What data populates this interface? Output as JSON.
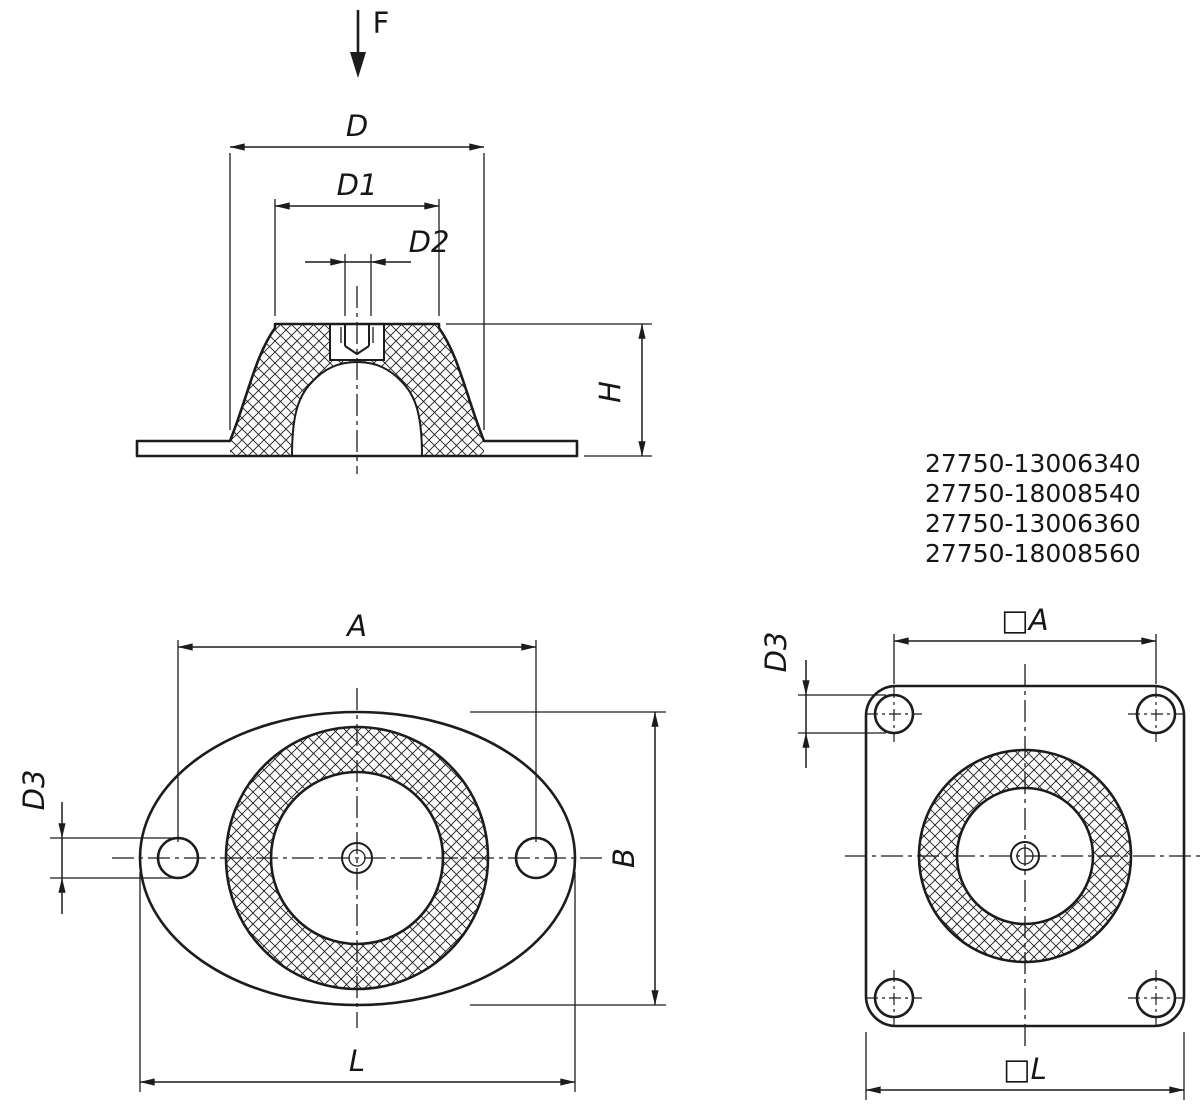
{
  "drawing": {
    "line_color": "#1c1c1c",
    "background_color": "#ffffff",
    "side_view": {
      "force_label": "F",
      "dim_d": "D",
      "dim_d1": "D1",
      "dim_d2": "D2",
      "dim_h": "H"
    },
    "part_numbers": [
      "27750-13006340",
      "27750-18008540",
      "27750-13006360",
      "27750-18008560"
    ],
    "oval_view": {
      "dim_a": "A",
      "dim_b": "B",
      "dim_l": "L",
      "dim_d3": "D3"
    },
    "square_view": {
      "dim_a": "□A",
      "dim_l": "□L",
      "dim_d3": "D3"
    }
  }
}
